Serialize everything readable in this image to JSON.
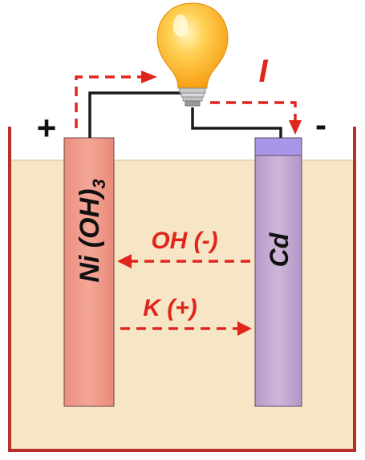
{
  "labels": {
    "positive_terminal": "+",
    "negative_terminal": "-",
    "current": "I",
    "positive_electrode": "Ni (OH)",
    "positive_electrode_subscript": "3",
    "negative_electrode": "Cd",
    "anion": "OH (-)",
    "cation": "K (+)"
  },
  "colors": {
    "arrow": "#e0261c",
    "container_wall": "#b8302a",
    "electrolyte": "#f7e6c6",
    "ni_electrode": "#f29a8a",
    "cd_electrode": "#c3a9d1",
    "cd_electrode_top": "#a996e8",
    "wire": "#1a1a1a",
    "bulb_glass": "#ffb21e",
    "bulb_highlight": "#fff2b0"
  },
  "icons": {
    "bulb": "light-bulb-icon"
  }
}
